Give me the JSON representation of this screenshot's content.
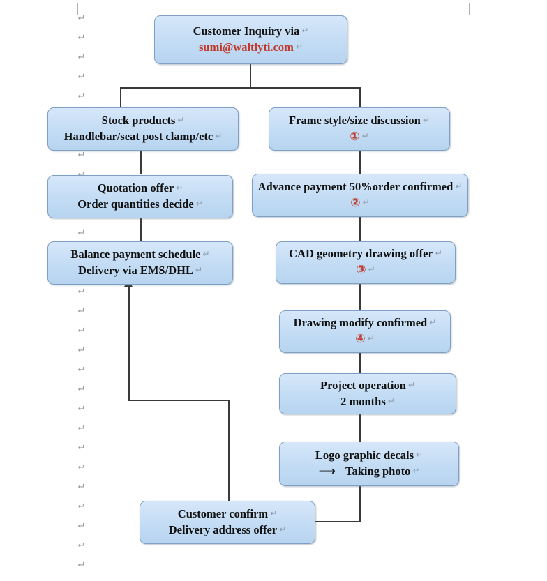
{
  "document": {
    "type": "flowchart",
    "title": "Order process flowchart",
    "accent_color": "#c0392b",
    "node_fill": "#c3dcf4",
    "node_border": "#7f9fc4",
    "connector_color": "#3a3a3a",
    "paragraph_mark": "↵"
  },
  "nodes": {
    "inquiry": {
      "line1": "Customer Inquiry via",
      "line2": "sumi@waltlyti.com"
    },
    "stock": {
      "line1": "Stock products",
      "line2": "Handlebar/seat post clamp/etc"
    },
    "frame": {
      "line1": "Frame style/size discussion",
      "line2": "①"
    },
    "quotation": {
      "line1": "Quotation offer",
      "line2": "Order quantities decide"
    },
    "advance": {
      "line1": "Advance payment 50%order confirmed",
      "line2": "②"
    },
    "balance": {
      "line1": "Balance payment schedule",
      "line2": "Delivery via EMS/DHL"
    },
    "cad": {
      "line1": "CAD geometry drawing offer",
      "line2": "③"
    },
    "drawing": {
      "line1": "Drawing modify confirmed",
      "line2": "④"
    },
    "project": {
      "line1": "Project operation",
      "line2": "2 months"
    },
    "logo": {
      "line1": "Logo graphic decals",
      "arrow": "⟶",
      "line2": "Taking photo"
    },
    "confirm": {
      "line1": "Customer confirm",
      "line2": "Delivery address offer"
    }
  },
  "return_marks": {
    "glyph": "↵",
    "count": 29,
    "positions": [
      20,
      48,
      76,
      104,
      132,
      160,
      188,
      216,
      244,
      272,
      300,
      328,
      356,
      384,
      412,
      440,
      468,
      496,
      524,
      552,
      580,
      608,
      636,
      664,
      692,
      720,
      748,
      776,
      804
    ]
  }
}
